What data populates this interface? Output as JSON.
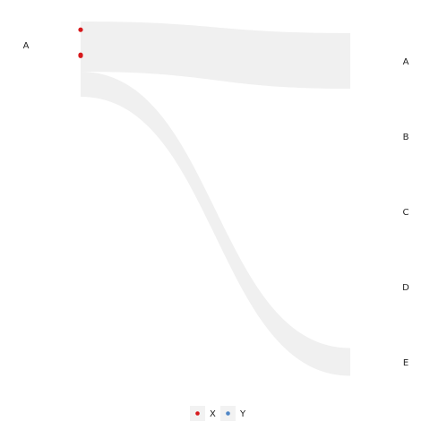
{
  "chart_data": {
    "type": "sankey",
    "source_nodes": [
      {
        "label": "A"
      }
    ],
    "target_nodes": [
      {
        "label": "A"
      },
      {
        "label": "B"
      },
      {
        "label": "C"
      },
      {
        "label": "D"
      },
      {
        "label": "E"
      }
    ],
    "flows": [
      {
        "source": "A",
        "target": "A",
        "value": 2
      },
      {
        "source": "A",
        "target": "E",
        "value": 1
      }
    ],
    "points": [
      {
        "node": "A",
        "series": "X",
        "value": 0.8
      },
      {
        "node": "A",
        "series": "X",
        "value": 0.3
      },
      {
        "node": "A",
        "series": "X",
        "value": 0.28
      }
    ],
    "legend": {
      "position": "bottom",
      "items": [
        {
          "label": "X",
          "color": "#d7191c"
        },
        {
          "label": "Y",
          "color": "#4f86c6"
        }
      ]
    },
    "flow_color": "#f0f0f0"
  }
}
